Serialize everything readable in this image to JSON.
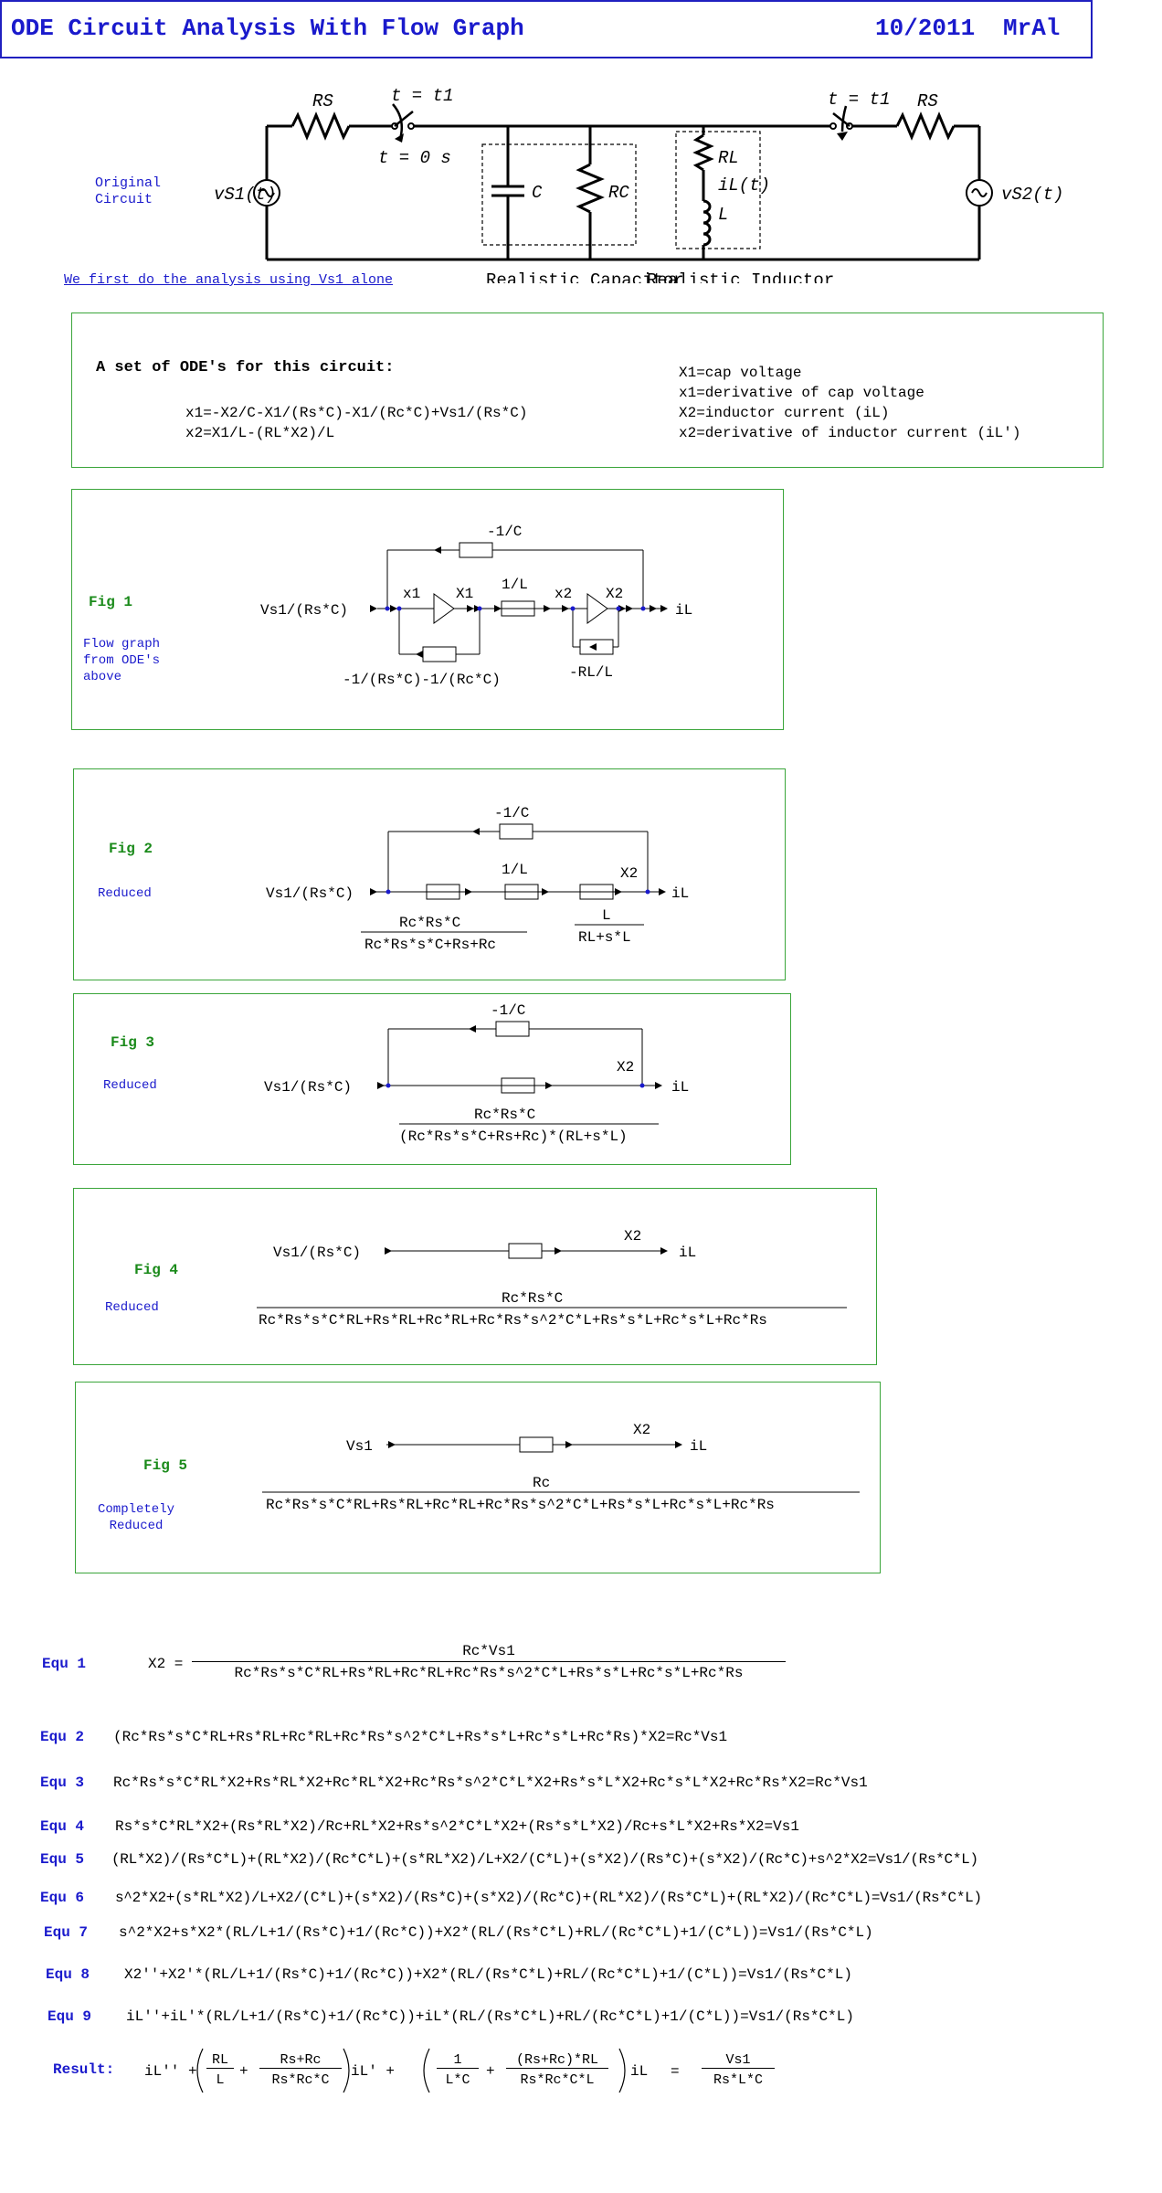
{
  "header": {
    "title": "ODE Circuit Analysis With Flow Graph",
    "date": "10/2011",
    "author": "MrAl"
  },
  "circuit": {
    "original_label": [
      "Original",
      "Circuit"
    ],
    "vs1": "vS1(t)",
    "vs2": "vS2(t)",
    "rs_left": "RS",
    "rs_right": "RS",
    "switch_left_t": "t = t1",
    "switch_left_t0": "t = 0 s",
    "switch_right_t": "t = t1",
    "c": "C",
    "rc": "RC",
    "rl": "RL",
    "il": "iL(t)",
    "l": "L",
    "cap_caption": "Realistic Capacitor",
    "ind_caption": "Realistic Inductor",
    "note": "We first do the analysis using Vs1 alone"
  },
  "ode_box": {
    "heading": "A set of ODE's for this circuit:",
    "eq1": "x1=-X2/C-X1/(Rs*C)-X1/(Rc*C)+Vs1/(Rs*C)",
    "eq2": "x2=X1/L-(RL*X2)/L",
    "legend": [
      "X1=cap voltage",
      "x1=derivative of cap voltage",
      "X2=inductor current (iL)",
      "x2=derivative of inductor current (iL')"
    ]
  },
  "fig1": {
    "label": "Fig 1",
    "desc": [
      "Flow graph",
      "from ODE's",
      "above"
    ],
    "input": "Vs1/(Rs*C)",
    "x1": "x1",
    "X1": "X1",
    "one_over_l": "1/L",
    "x2": "x2",
    "X2": "X2",
    "out": "iL",
    "minus_one_over_c": "-1/C",
    "gain1": "-1/(Rs*C)-1/(Rc*C)",
    "gain2": "-RL/L"
  },
  "fig2": {
    "label": "Fig 2",
    "desc": "Reduced",
    "input": "Vs1/(Rs*C)",
    "minus_one_over_c": "-1/C",
    "one_over_l": "1/L",
    "X2": "X2",
    "out": "iL",
    "num1": "Rc*Rs*C",
    "den1": "Rc*Rs*s*C+Rs+Rc",
    "num2": "L",
    "den2": "RL+s*L"
  },
  "fig3": {
    "label": "Fig 3",
    "desc": "Reduced",
    "input": "Vs1/(Rs*C)",
    "minus_one_over_c": "-1/C",
    "X2": "X2",
    "out": "iL",
    "num": "Rc*Rs*C",
    "den": "(Rc*Rs*s*C+Rs+Rc)*(RL+s*L)"
  },
  "fig4": {
    "label": "Fig 4",
    "desc": "Reduced",
    "input": "Vs1/(Rs*C)",
    "X2": "X2",
    "out": "iL",
    "num": "Rc*Rs*C",
    "den": "Rc*Rs*s*C*RL+Rs*RL+Rc*RL+Rc*Rs*s^2*C*L+Rs*s*L+Rc*s*L+Rc*Rs"
  },
  "fig5": {
    "label": "Fig 5",
    "desc": [
      "Completely",
      "Reduced"
    ],
    "input": "Vs1",
    "X2": "X2",
    "out": "iL",
    "num": "Rc",
    "den": "Rc*Rs*s*C*RL+Rs*RL+Rc*RL+Rc*Rs*s^2*C*L+Rs*s*L+Rc*s*L+Rc*Rs"
  },
  "equations": {
    "equ1": {
      "label": "Equ 1",
      "lhs": "X2 =",
      "num": "Rc*Vs1",
      "den": "Rc*Rs*s*C*RL+Rs*RL+Rc*RL+Rc*Rs*s^2*C*L+Rs*s*L+Rc*s*L+Rc*Rs"
    },
    "list": [
      {
        "label": "Equ 2",
        "text": "(Rc*Rs*s*C*RL+Rs*RL+Rc*RL+Rc*Rs*s^2*C*L+Rs*s*L+Rc*s*L+Rc*Rs)*X2=Rc*Vs1"
      },
      {
        "label": "Equ 3",
        "text": "Rc*Rs*s*C*RL*X2+Rs*RL*X2+Rc*RL*X2+Rc*Rs*s^2*C*L*X2+Rs*s*L*X2+Rc*s*L*X2+Rc*Rs*X2=Rc*Vs1"
      },
      {
        "label": "Equ 4",
        "text": "Rs*s*C*RL*X2+(Rs*RL*X2)/Rc+RL*X2+Rs*s^2*C*L*X2+(Rs*s*L*X2)/Rc+s*L*X2+Rs*X2=Vs1"
      },
      {
        "label": "Equ 5",
        "text": "(RL*X2)/(Rs*C*L)+(RL*X2)/(Rc*C*L)+(s*RL*X2)/L+X2/(C*L)+(s*X2)/(Rs*C)+(s*X2)/(Rc*C)+s^2*X2=Vs1/(Rs*C*L)"
      },
      {
        "label": "Equ 6",
        "text": "s^2*X2+(s*RL*X2)/L+X2/(C*L)+(s*X2)/(Rs*C)+(s*X2)/(Rc*C)+(RL*X2)/(Rs*C*L)+(RL*X2)/(Rc*C*L)=Vs1/(Rs*C*L)"
      },
      {
        "label": "Equ 7",
        "text": "s^2*X2+s*X2*(RL/L+1/(Rs*C)+1/(Rc*C))+X2*(RL/(Rs*C*L)+RL/(Rc*C*L)+1/(C*L))=Vs1/(Rs*C*L)"
      },
      {
        "label": "Equ 8",
        "text": "X2''+X2'*(RL/L+1/(Rs*C)+1/(Rc*C))+X2*(RL/(Rs*C*L)+RL/(Rc*C*L)+1/(C*L))=Vs1/(Rs*C*L)"
      },
      {
        "label": "Equ 9",
        "text": "iL''+iL'*(RL/L+1/(Rs*C)+1/(Rc*C))+iL*(RL/(Rs*C*L)+RL/(Rc*C*L)+1/(C*L))=Vs1/(Rs*C*L)"
      }
    ],
    "result": {
      "label": "Result:",
      "t1": "iL'' +",
      "f1n": "RL",
      "f1d": "L",
      "plus1": "+",
      "f2n": "Rs+Rc",
      "f2d": "Rs*Rc*C",
      "t2": "iL' +",
      "f3n": "1",
      "f3d": "L*C",
      "plus2": "+",
      "f4n": "(Rs+Rc)*RL",
      "f4d": "Rs*Rc*C*L",
      "t3": "iL",
      "eq": "=",
      "f5n": "Vs1",
      "f5d": "Rs*L*C"
    }
  }
}
